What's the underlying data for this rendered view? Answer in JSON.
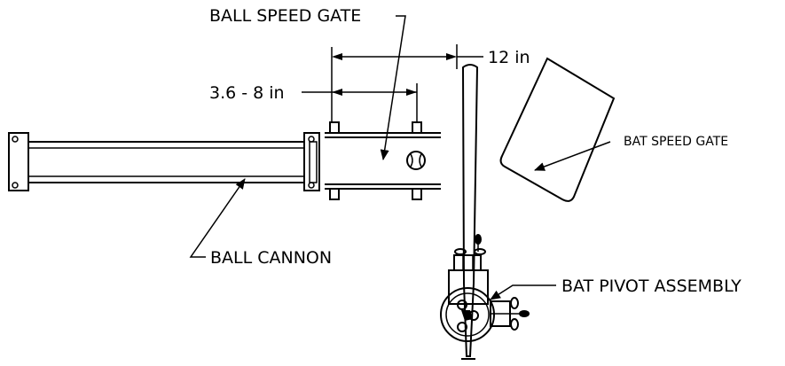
{
  "labels": {
    "ball_speed_gate": "BALL SPEED GATE",
    "dim_12": "12 in",
    "dim_36_8": "3.6 - 8 in",
    "bat_speed_gate": "BAT SPEED GATE",
    "ball_cannon": "BALL CANNON",
    "bat_pivot_assembly": "BAT PIVOT ASSEMBLY"
  },
  "colors": {
    "line": "#000000",
    "background": "#ffffff"
  }
}
